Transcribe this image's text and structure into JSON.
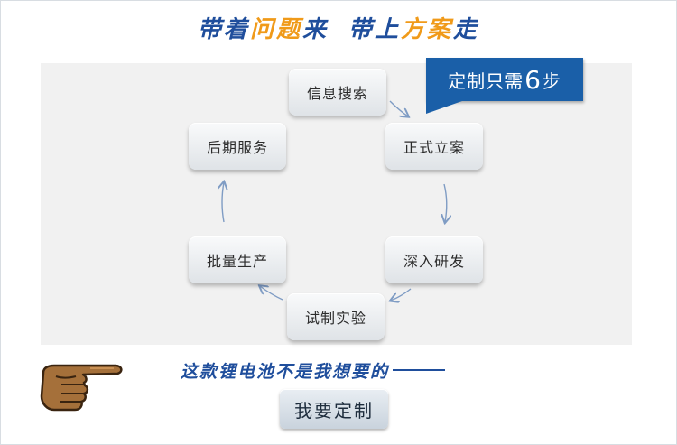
{
  "headline": {
    "part1": "带着",
    "part2": "问题",
    "part3": "来",
    "part4": "带上",
    "part5": "方案",
    "part6": "走"
  },
  "callout": {
    "prefix": "定制只需",
    "number": "6",
    "suffix": "步"
  },
  "steps": [
    {
      "label": "信息搜索"
    },
    {
      "label": "正式立案"
    },
    {
      "label": "深入研发"
    },
    {
      "label": "试制实验"
    },
    {
      "label": "批量生产"
    },
    {
      "label": "后期服务"
    }
  ],
  "question": {
    "text": "这款锂电池不是我想要的"
  },
  "cta": {
    "label": "我要定制"
  },
  "colors": {
    "accent_blue": "#1f4e9c",
    "accent_orange": "#f09a19",
    "callout_bg": "#1a5fa8",
    "arrow": "#7f9cc4",
    "hand": "#8a5a2b"
  },
  "icons": {
    "pointer": "pointing-hand-icon"
  }
}
